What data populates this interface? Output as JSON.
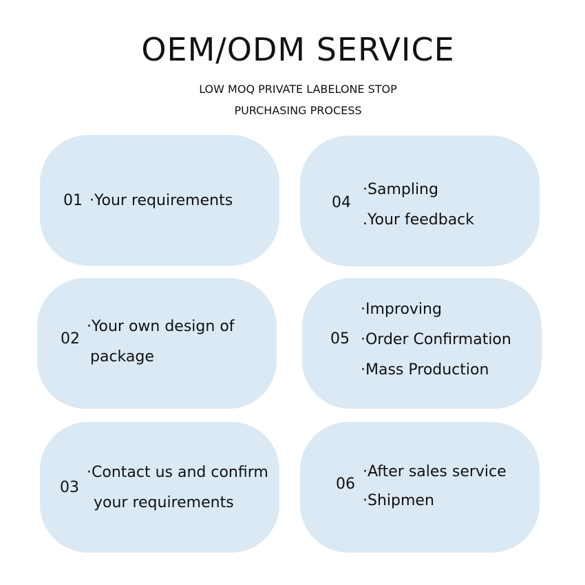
{
  "header": {
    "title": "OEM/ODM SERVICE",
    "subtitle_line1": "LOW MOQ PRIVATE LABELONE STOP",
    "subtitle_line2": "PURCHASING PROCESS"
  },
  "cards": [
    {
      "number": "01",
      "lines": [
        "·Your requirements"
      ]
    },
    {
      "number": "02",
      "lines": [
        "·Your own design of",
        "package"
      ]
    },
    {
      "number": "03",
      "lines": [
        "·Contact us and confirm",
        "your requirements"
      ]
    },
    {
      "number": "04",
      "lines": [
        "·Sampling",
        ".Your feedback"
      ]
    },
    {
      "number": "05",
      "lines": [
        "·Improving",
        "·Order Confirmation",
        "·Mass Production"
      ]
    },
    {
      "number": "06",
      "lines": [
        "·After sales service",
        "·Shipmen"
      ]
    }
  ],
  "colors": {
    "card_background": "#dbe9f4",
    "text": "#111111",
    "page_background": "#ffffff"
  }
}
